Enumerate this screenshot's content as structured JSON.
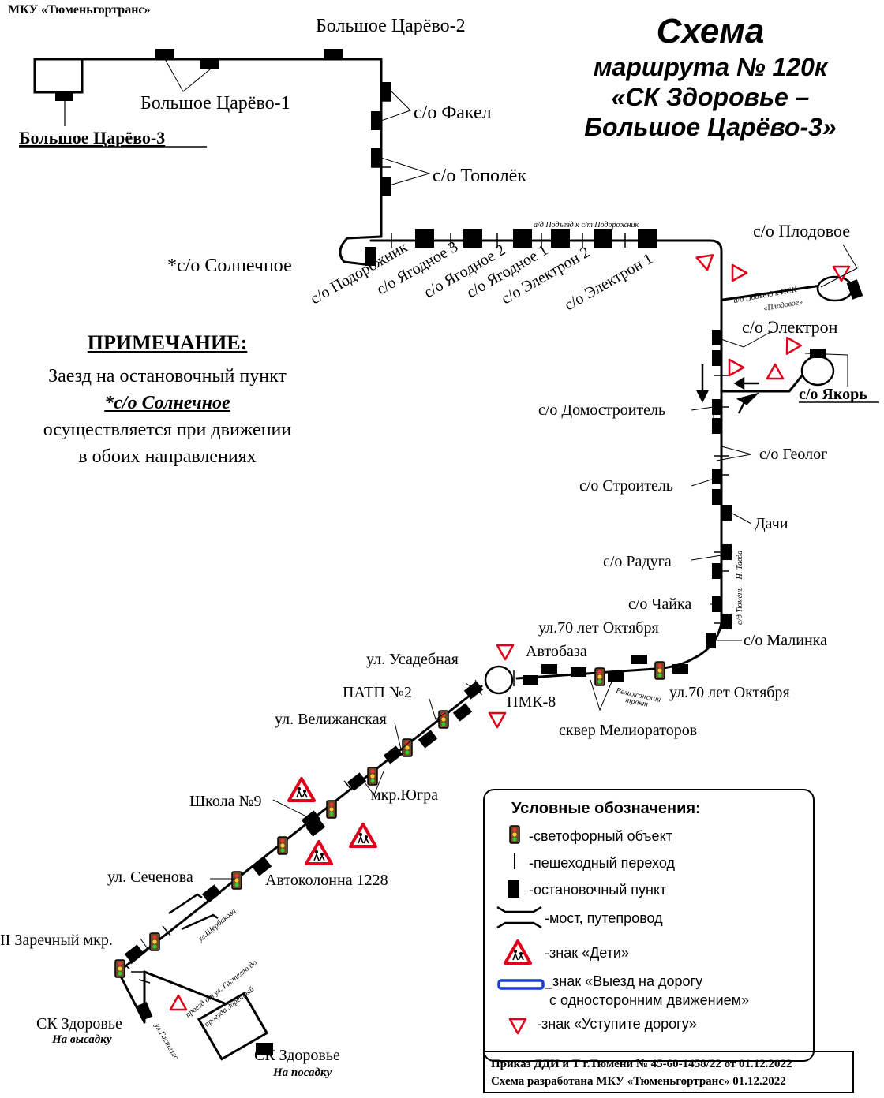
{
  "header": {
    "organization": "МКУ «Тюменьгортранс»",
    "title_1": "Схема",
    "title_2": "маршрута № 120к",
    "title_3": "«СК Здоровье –",
    "title_4": "Большое Царёво-3»"
  },
  "note": {
    "heading": "ПРИМЕЧАНИЕ:",
    "line_1": "Заезд на остановочный пункт",
    "stop": "*с/о Солнечное",
    "line_2": "осуществляется при движении",
    "line_3": "в обоих направлениях"
  },
  "stops": {
    "bolshoe_tsarevo_3": "Большое Царёво-3",
    "bolshoe_tsarevo_1": "Большое Царёво-1",
    "bolshoe_tsarevo_2": "Большое Царёво-2",
    "fakel": "с/о Факел",
    "topolek": "с/о Тополёк",
    "solnechnoe": "*с/о Солнечное",
    "podorozhnik": "с/о Подорожник",
    "yagodnoe_3": "с/о Ягодное 3",
    "yagodnoe_2": "с/о Ягодное 2",
    "yagodnoe_1": "с/о Ягодное 1",
    "elektron_2": "с/о Электрон 2",
    "elektron_1": "с/о Электрон 1",
    "plodovoe": "с/о Плодовое",
    "elektron": "с/о Электрон",
    "yakor": "с/о Якорь",
    "domostroitel": "с/о Домостроитель",
    "geolog": "с/о Геолог",
    "stroitel": "с/о Строитель",
    "dachi": "Дачи",
    "raduga": "с/о Радуга",
    "chaika": "с/о Чайка",
    "malinka": "с/о Малинка",
    "ul70_top": "ул.70 лет Октября",
    "ul70_bottom": "ул.70 лет Октября",
    "avtobaza": "Автобаза",
    "pmk8": "ПМК-8",
    "skver": "сквер Мелиораторов",
    "usadebnaya": "ул. Усадебная",
    "patp2": "ПАТП №2",
    "velizhanskaya": "ул. Велижанская",
    "mkr_yugra": "мкр.Югра",
    "shkola9": "Школа №9",
    "avtokolonna": "Автоколонна 1228",
    "sechenova": "ул. Сеченова",
    "zarechny": "II Заречный мкр.",
    "sk_zdorovie_1": "СК Здоровье",
    "sk_vysadka": "На высадку",
    "sk_zdorovie_2": "СК Здоровье",
    "sk_posadka": "На посадку"
  },
  "road_labels": {
    "podezd_podorozhnik": "а/д Подъезд к с/т Подорожник",
    "podezd_psk_1": "а/д Подъезд к ПСК",
    "podezd_psk_2": "«Плодовое»",
    "tyumen_tavda": "а/д Тюмень – Н. Тавда",
    "velizhansky_trakt_1": "Велижанский",
    "velizhansky_trakt_2": "тракт",
    "scherbakova": "ул.Щербакова",
    "gastello": "ул.Гастелло",
    "proezd_1": "проезд от ул. Гастелло до",
    "proezd_2": "проезда Заречный"
  },
  "legend": {
    "title": "Условные обозначения:",
    "traffic_light": "-светофорный объект",
    "crossing": "-пешеходный переход",
    "stop": "-остановочный пункт",
    "bridge": "-мост, путепровод",
    "children": "-знак «Дети»",
    "one_way_1": "_знак «Выезд на дорогу",
    "one_way_2": "с односторонним движением»",
    "give_way": "-знак «Уступите дорогу»"
  },
  "footer": {
    "order": "Приказ ДДИ и Т г.Тюмени № 45-60-1458/22 от 01.12.2022",
    "developed": "Схема разработана МКУ «Тюменьгортранс» 01.12.2022"
  },
  "colors": {
    "route": "#000000",
    "sign_red": "#e0001a",
    "one_way_blue": "#1f3fd0"
  }
}
